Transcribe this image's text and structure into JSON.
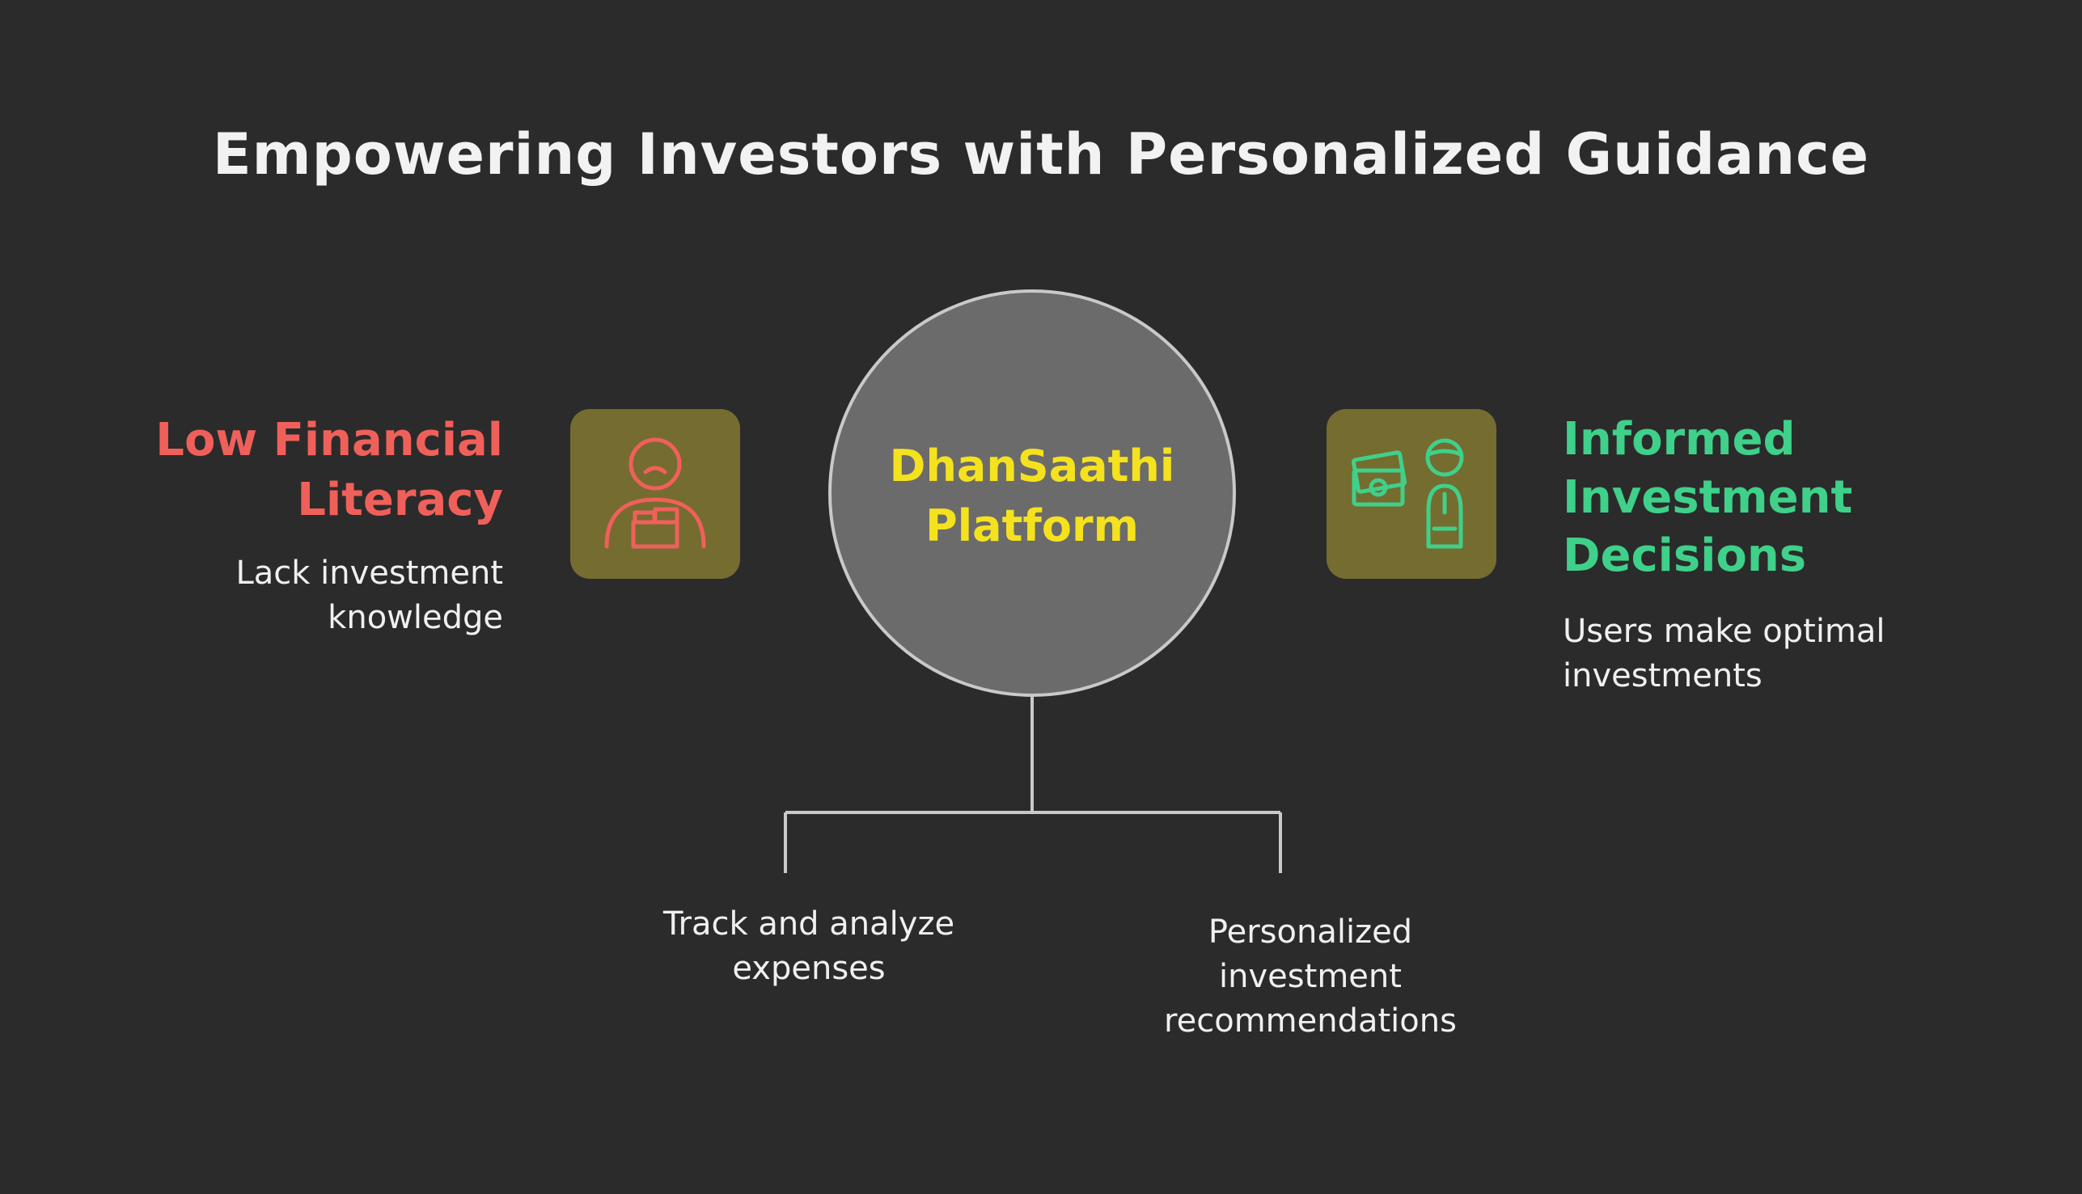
{
  "title": "Empowering Investors with Personalized Guidance",
  "left": {
    "title_line1": "Low Financial",
    "title_line2": "Literacy",
    "desc_line1": "Lack investment",
    "desc_line2": "knowledge",
    "icon": "sad-person-icon",
    "color": "#f0605a"
  },
  "center": {
    "line1": "DhanSaathi",
    "line2": "Platform",
    "color": "#f5e21e"
  },
  "right": {
    "title_line1": "Informed",
    "title_line2": "Investment",
    "title_line3": "Decisions",
    "desc_line1": "Users make optimal",
    "desc_line2": "investments",
    "icon": "investor-money-icon",
    "color": "#3fd08a"
  },
  "branches": [
    {
      "line1": "Track and analyze",
      "line2": "expenses"
    },
    {
      "line1": "Personalized",
      "line2": "investment",
      "line3": "recommendations"
    }
  ],
  "colors": {
    "background": "#2b2b2b",
    "icon_box": "#756c30",
    "circle_fill": "#6b6b6b",
    "circle_stroke": "#c9c9c9"
  }
}
